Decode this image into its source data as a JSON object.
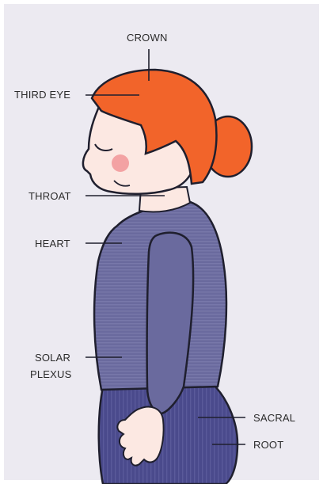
{
  "labels": {
    "crown": "CROWN",
    "third_eye": "THIRD EYE",
    "throat": "THROAT",
    "heart": "HEART",
    "solar_plexus_line1": "SOLAR",
    "solar_plexus_line2": "PLEXUS",
    "sacral": "SACRAL",
    "root": "ROOT"
  },
  "colors": {
    "background": "#eceaf1",
    "hair": "#f2642a",
    "skin": "#fce8e2",
    "cheek": "#f3a2a3",
    "shirt": "#6a6a9e",
    "shirt_stripe": "#7878aa",
    "pants": "#4a4a8c",
    "pants_stripe": "#5a5a9a",
    "outline": "#1f1f2e",
    "label_text": "#2b2b2b"
  }
}
